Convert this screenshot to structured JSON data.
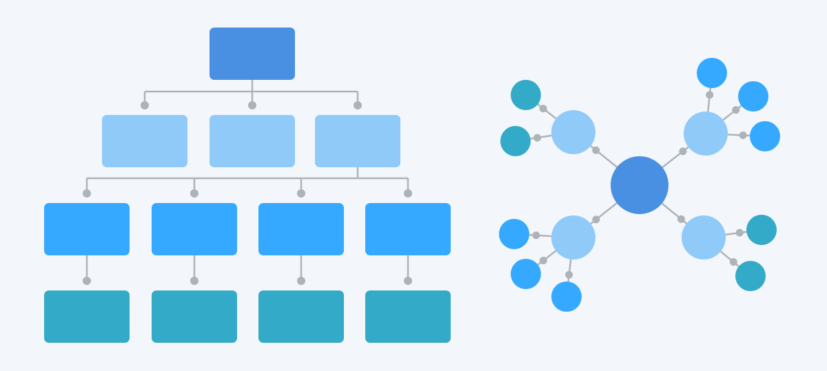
{
  "colors": {
    "background": "#f3f7fb",
    "connector": "#aeb3b8",
    "level_0": "#4a90e2",
    "level_1": "#90caf9",
    "level_2": "#35a8ff",
    "level_3": "#33aac8",
    "mind_center": "#4a90e2",
    "mind_branch": "#90caf9",
    "mind_leaf_blue": "#35a8ff",
    "mind_leaf_teal": "#33aac8"
  },
  "hierarchy": {
    "levels": [
      {
        "name": "root",
        "count": 1,
        "color_key": "level_0"
      },
      {
        "name": "branch",
        "count": 3,
        "color_key": "level_1"
      },
      {
        "name": "sub-branch",
        "count": 4,
        "color_key": "level_2"
      },
      {
        "name": "leaf",
        "count": 4,
        "color_key": "level_3"
      }
    ],
    "connections": [
      {
        "from_level": 0,
        "to_level": 1,
        "style": "bus",
        "fan_from": 0
      },
      {
        "from_level": 1,
        "to_level": 2,
        "style": "bus",
        "fan_from": 2
      },
      {
        "from_level": 2,
        "to_level": 3,
        "style": "direct"
      }
    ]
  },
  "mind_map": {
    "center": {
      "color_key": "mind_center"
    },
    "branches": [
      {
        "name": "top-left",
        "leaves": [
          "mind_leaf_teal",
          "mind_leaf_teal"
        ]
      },
      {
        "name": "top-right",
        "leaves": [
          "mind_leaf_blue",
          "mind_leaf_blue",
          "mind_leaf_blue"
        ]
      },
      {
        "name": "bottom-left",
        "leaves": [
          "mind_leaf_blue",
          "mind_leaf_blue",
          "mind_leaf_blue"
        ]
      },
      {
        "name": "bottom-right",
        "leaves": [
          "mind_leaf_teal",
          "mind_leaf_teal"
        ]
      }
    ]
  }
}
